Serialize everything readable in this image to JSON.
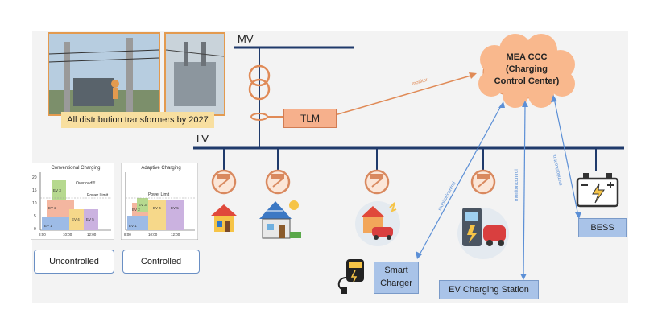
{
  "buses": {
    "mv": "MV",
    "lv": "LV"
  },
  "ccc": {
    "line1": "MEA CCC",
    "line2": "(Charging",
    "line3": "Control Center)"
  },
  "tlm_label": "TLM",
  "caption": "All distribution transformers by 2027",
  "links": {
    "monitor": "monitor",
    "monitor_control_1": "monitor/control",
    "monitor_control_2": "monitor/control",
    "monitor_control_3": "monitor/control"
  },
  "devices": {
    "bess": "BESS",
    "smart_line1": "Smart",
    "smart_line2": "Charger",
    "station": "EV Charging Station"
  },
  "modes": {
    "uncontrolled": "Uncontrolled",
    "controlled": "Controlled"
  },
  "charts": {
    "conventional": {
      "title": "Conventional Charging",
      "annotation_overload": "Overload!!!",
      "power_limit": "Power Limit",
      "yticks": [
        "20",
        "15",
        "10",
        "5",
        "0"
      ],
      "xticks": [
        "8:00",
        "10:00",
        "12:00"
      ],
      "ev_labels": [
        "EV 1",
        "EV 2",
        "EV 3",
        "EV 4",
        "EV 5"
      ]
    },
    "adaptive": {
      "title": "Adaptive Charging",
      "power_limit": "Power Limit",
      "xticks": [
        "8:00",
        "10:00",
        "12:00"
      ],
      "ev_labels": [
        "EV 1",
        "EV 2",
        "EV 3",
        "EV 4",
        "EV 5"
      ]
    }
  },
  "colors": {
    "bus": "#1f3a6b",
    "cloud": "#f9b88d",
    "monitor_line": "#e08a56",
    "control_line": "#5b8fd6",
    "meter": "#d9895f"
  }
}
